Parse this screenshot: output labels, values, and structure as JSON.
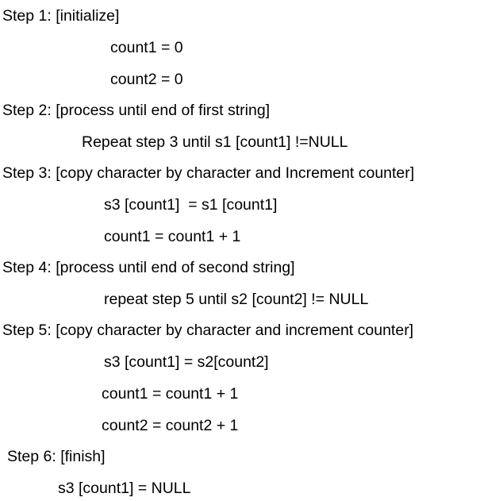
{
  "algorithm": {
    "lines": [
      {
        "text": "Step 1: [initialize]"
      },
      {
        "text": "count1 = 0"
      },
      {
        "text": "count2 = 0"
      },
      {
        "text": "Step 2: [process until end of first string]"
      },
      {
        "text": "Repeat step 3 until s1 [count1] !=NULL"
      },
      {
        "text": "Step 3: [copy character by character and Increment counter]"
      },
      {
        "text": "s3 [count1]  = s1 [count1]"
      },
      {
        "text": "count1 = count1 + 1"
      },
      {
        "text": "Step 4: [process until end of second string]"
      },
      {
        "text": "repeat step 5 until s2 [count2] != NULL"
      },
      {
        "text": "Step 5: [copy character by character and increment counter]"
      },
      {
        "text": "s3 [count1] = s2[count2]"
      },
      {
        "text": "count1 = count1 + 1"
      },
      {
        "text": "count2 = count2 + 1"
      },
      {
        "text": "Step 6: [finish]"
      },
      {
        "text": "s3 [count1] = NULL"
      }
    ]
  }
}
